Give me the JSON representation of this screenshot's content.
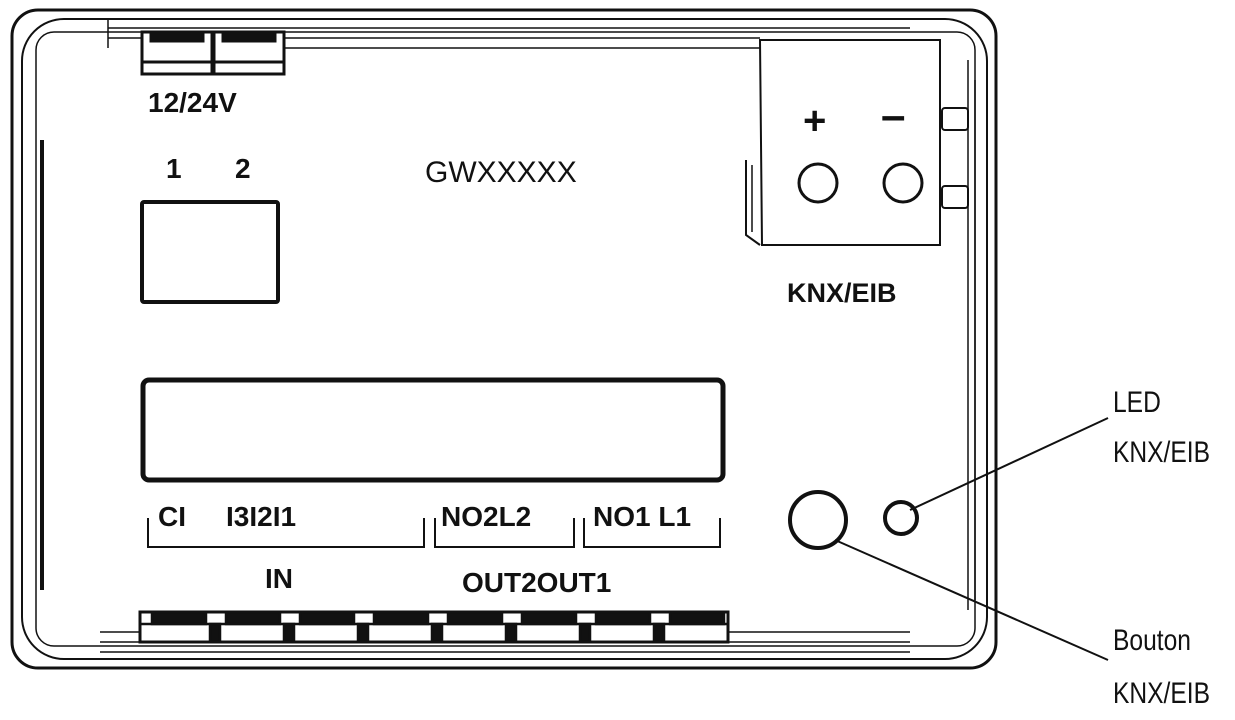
{
  "device": {
    "model": "GWXXXXX",
    "power_label": "12/24V",
    "power_terminals": [
      "1",
      "2"
    ],
    "knx_plus": "+",
    "knx_minus": "–",
    "knx_label": "KNX/EIB"
  },
  "io": {
    "ci": "CI",
    "inputs": "I3I2I1",
    "in_group": "IN",
    "no2l2": "NO2L2",
    "no1l1": "NO1 L1",
    "out_group": "OUT2OUT1"
  },
  "callouts": {
    "led_line1": "LED",
    "led_line2": "KNX/EIB",
    "button_line1": "Bouton",
    "button_line2": "KNX/EIB"
  }
}
